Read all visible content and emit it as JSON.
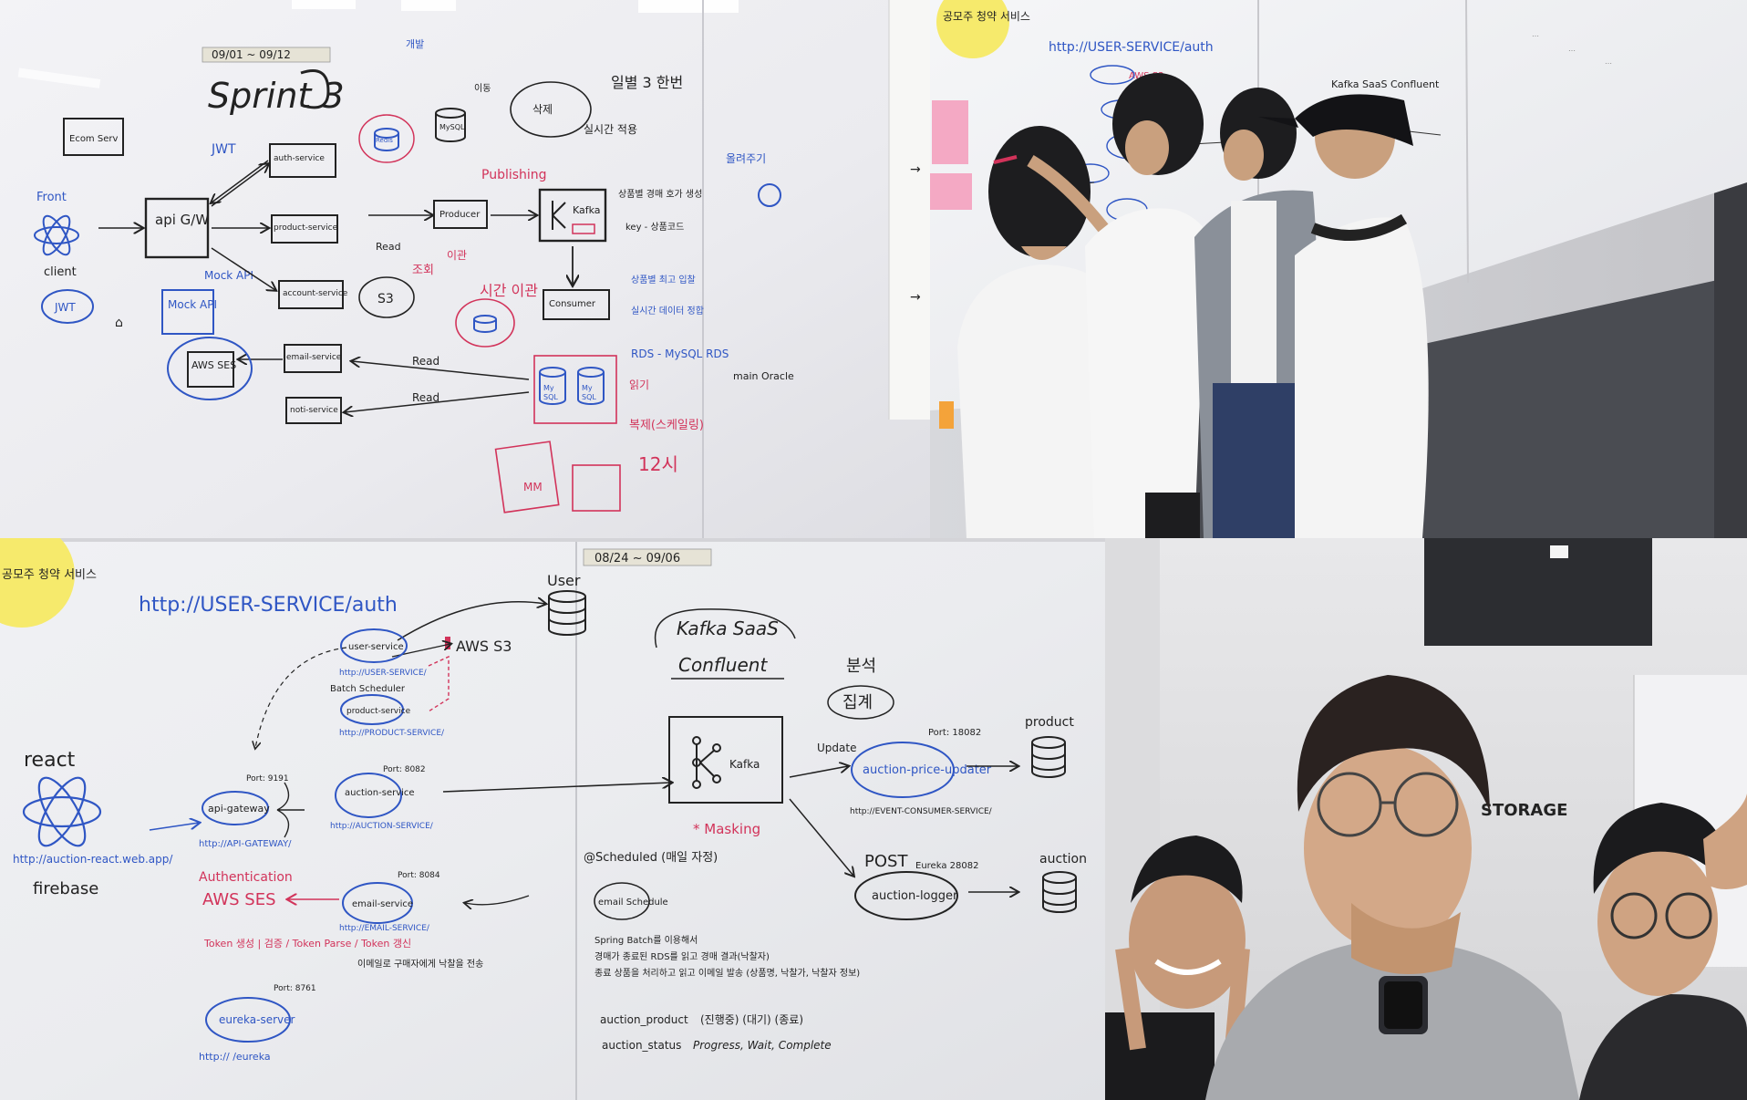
{
  "tl": {
    "date_range": "09/01 ~ 09/12",
    "sprint_title": "Sprint 3",
    "top_note": "개발",
    "ecommerce": "Ecom Serv",
    "front": "Front",
    "client": "client",
    "jwt_left": "JWT",
    "jwt_top": "JWT",
    "api_gw": "api G/W",
    "mock_api": "Mock API",
    "mock_label": "Mock API",
    "auth_service": "auth-service",
    "product_service": "product-service",
    "account_service": "account-service",
    "email_service": "email-service",
    "noti_service": "noti-service",
    "aws_ses": "AWS SES",
    "s3": "S3",
    "mysql": "MySQL",
    "redis": "Redis",
    "producer": "Producer",
    "kafka": "Kafka",
    "consumer": "Consumer",
    "read1": "Read",
    "read2": "Read",
    "read3": "Read",
    "rds_note": "RDS - MySQL RDS",
    "main_oracle": "main  Oracle",
    "publishing": "Publishing",
    "key_note": "key  - 상품코드",
    "product_note": "상품별 경매 호가 생성",
    "migration_note": "이관",
    "replica_note": "복제(스케일링)",
    "time_note": "12시",
    "slave_note": "조회",
    "sync_note": "시간 이관",
    "move_note": "이동",
    "notes_right1": "상품별 최고 입찰",
    "notes_right2": "실시간 데이터 정합",
    "read_label": "읽기",
    "realtime_note": "실시간 적용",
    "daily_note": "일별 3 한번",
    "delete_note": "삭제",
    "arrow_note": "올려주기"
  },
  "tr": {
    "sticky_text": "공모주 청약 서비스",
    "board_url": "http://USER-SERVICE/auth",
    "kafka_saas": "Kafka SaaS Confluent",
    "aws_s3": "AWS S3"
  },
  "bl": {
    "sticky_text": "공모주 청약 서비스",
    "date_range": "08/24 ~ 09/06",
    "url_top": "http://USER-SERVICE/auth",
    "user_db": "User",
    "aws_s3": "AWS S3",
    "user_service": "user-service",
    "user_service_url": "http://USER-SERVICE/",
    "product_service": "product-service",
    "product_service_url": "http://PRODUCT-SERVICE/",
    "batch_label": "Batch Scheduler",
    "react": "react",
    "firebase": "firebase",
    "firebase_url": "http://auction-react.web.app/",
    "api_gateway": "api-gateway",
    "api_gateway_url": "http://API-GATEWAY/",
    "api_port": "Port: 9191",
    "auction_service": "auction-service",
    "auction_service_url": "http://AUCTION-SERVICE/",
    "auction_port": "Port: 8082",
    "authentication": "Authentication",
    "aws_ses": "AWS SES",
    "email_service": "email-service",
    "email_service_url": "http://EMAIL-SERVICE/",
    "email_port": "Port: 8084",
    "token_notes": "Token 생성 | 검증 / Token Parse / Token 갱신",
    "eureka_server": "eureka-server",
    "eureka_port": "Port: 8761",
    "eureka_url": "http://      /eureka",
    "kafka_saas": "Kafka SaaS",
    "confluent": "Confluent",
    "kafka": "Kafka",
    "masking": "* Masking",
    "analysis": "분석",
    "aggregation": "집계",
    "update": "Update",
    "auction_price": "auction-price-updater",
    "auction_price_port": "Port: 18082",
    "auction_price_url": "http://EVENT-CONSUMER-SERVICE/",
    "product_db": "product",
    "post": "POST",
    "auction_logger": "auction-logger",
    "logger_port": "Eureka 28082",
    "auction_db": "auction",
    "scheduled": "@Scheduled (매일 자정)",
    "email_schedule": "email Schedule",
    "spring_batch": "Spring Batch를 이용해서",
    "batch_desc1": "경매가 종료된 RDS를 읽고 경매 결과(낙찰자)",
    "batch_desc2": "종료 상품을 처리하고 읽고 이메일 발송 (상품명, 낙찰가, 낙찰자 정보)",
    "auction_product": "auction_product",
    "product_states": "(진행중) (대기) (종료)",
    "auction_status": "auction_status",
    "status_states": "Progress, Wait, Complete",
    "korean_note": "이메일로 구매자에게 낙찰을 전송"
  },
  "br": {
    "sign_text": "STORAGE"
  }
}
